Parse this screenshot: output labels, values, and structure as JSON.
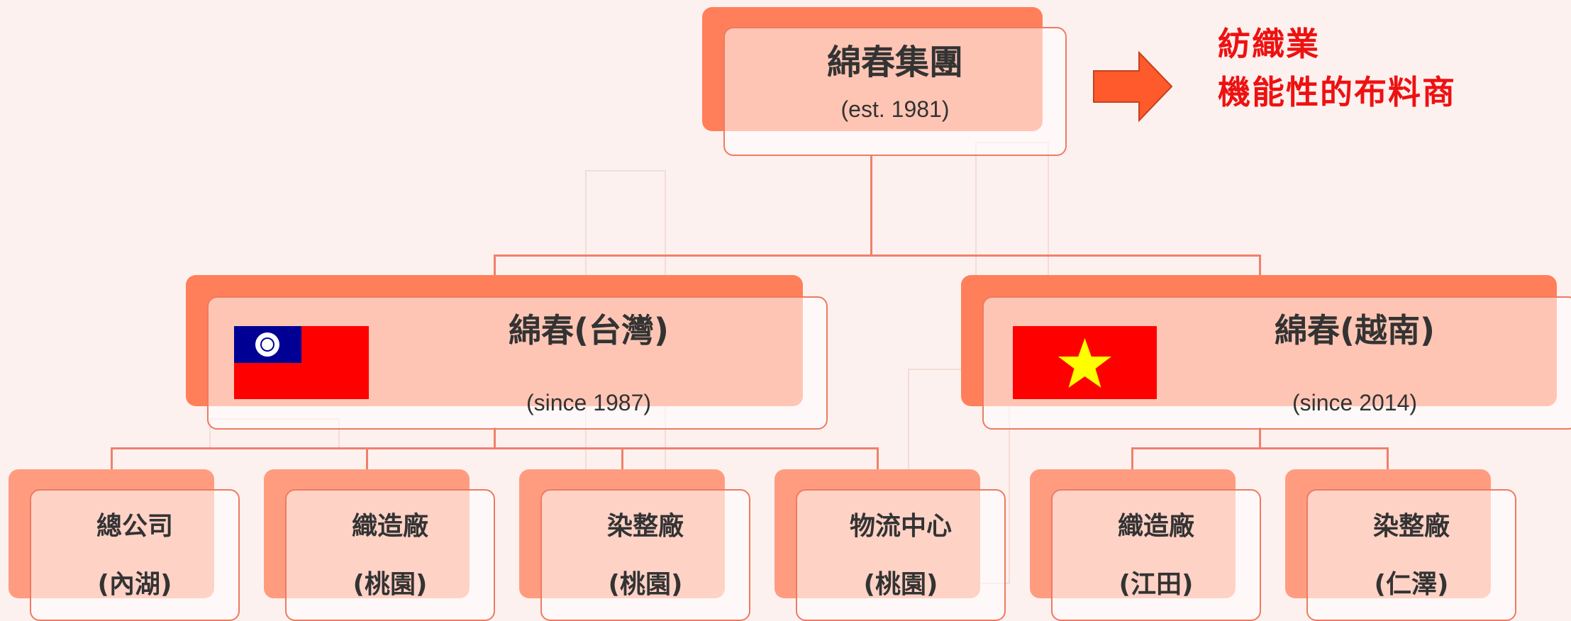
{
  "root": {
    "name": "綿春集團",
    "note": "(est. 1981)"
  },
  "tagline": {
    "line1": "紡織業",
    "line2": "機能性的布料商"
  },
  "branches": [
    {
      "name": "綿春(台灣)",
      "since": "(since 1987)",
      "flag": "taiwan-flag-icon"
    },
    {
      "name": "綿春(越南)",
      "since": "(since 2014)",
      "flag": "vietnam-flag-icon"
    }
  ],
  "units": [
    {
      "name": "總公司",
      "location": "(內湖)"
    },
    {
      "name": "織造廠",
      "location": "(桃園)"
    },
    {
      "name": "染整廠",
      "location": "(桃園)"
    },
    {
      "name": "物流中心",
      "location": "(桃園)"
    },
    {
      "name": "織造廠",
      "location": "(江田)"
    },
    {
      "name": "染整廠",
      "location": "(仁澤)"
    }
  ],
  "colors": {
    "accent": "#f0806a",
    "back_tile": "#ff7f5a",
    "tag_red": "#ee1111",
    "arrow": "#ff5a2c"
  }
}
